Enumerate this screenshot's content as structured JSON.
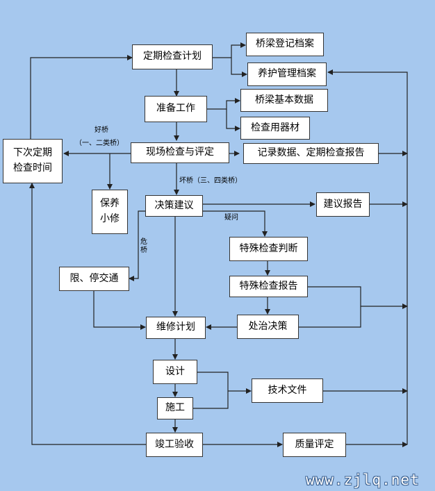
{
  "nodes": {
    "periodic_plan": "定期检查计划",
    "bridge_registry": "桥梁登记档案",
    "maintenance_archive": "养护管理档案",
    "prepare_work": "准备工作",
    "bridge_basic_data": "桥梁基本数据",
    "inspection_equipment": "检查用器材",
    "next_inspection_line1": "下次定期",
    "next_inspection_line2": "检查时间",
    "site_inspection": "现场检查与评定",
    "record_report": "记录数据、定期检查报告",
    "maintain_repair_line1": "保养",
    "maintain_repair_line2": "小修",
    "decision_proposal": "决策建议",
    "proposal_report": "建议报告",
    "special_judgment": "特殊检查判断",
    "traffic_restriction": "限、停交通",
    "special_report": "特殊检查报告",
    "repair_plan": "维修计划",
    "treatment_decision": "处治决策",
    "design": "设计",
    "technical_docs": "技术文件",
    "construction": "施工",
    "completion_acceptance": "竣工验收",
    "quality_evaluation": "质量评定"
  },
  "edge_labels": {
    "good_bridge": "好桥",
    "good_classes": "（一、二类桥）",
    "bad_bridge": "坏桥（三、四类桥）",
    "doubt": "疑问",
    "danger": "危桥"
  },
  "watermark": "www.zjlq.net",
  "colors": {
    "background": "#a6c8ee",
    "box_fill": "#ffffff",
    "line": "#222222"
  }
}
